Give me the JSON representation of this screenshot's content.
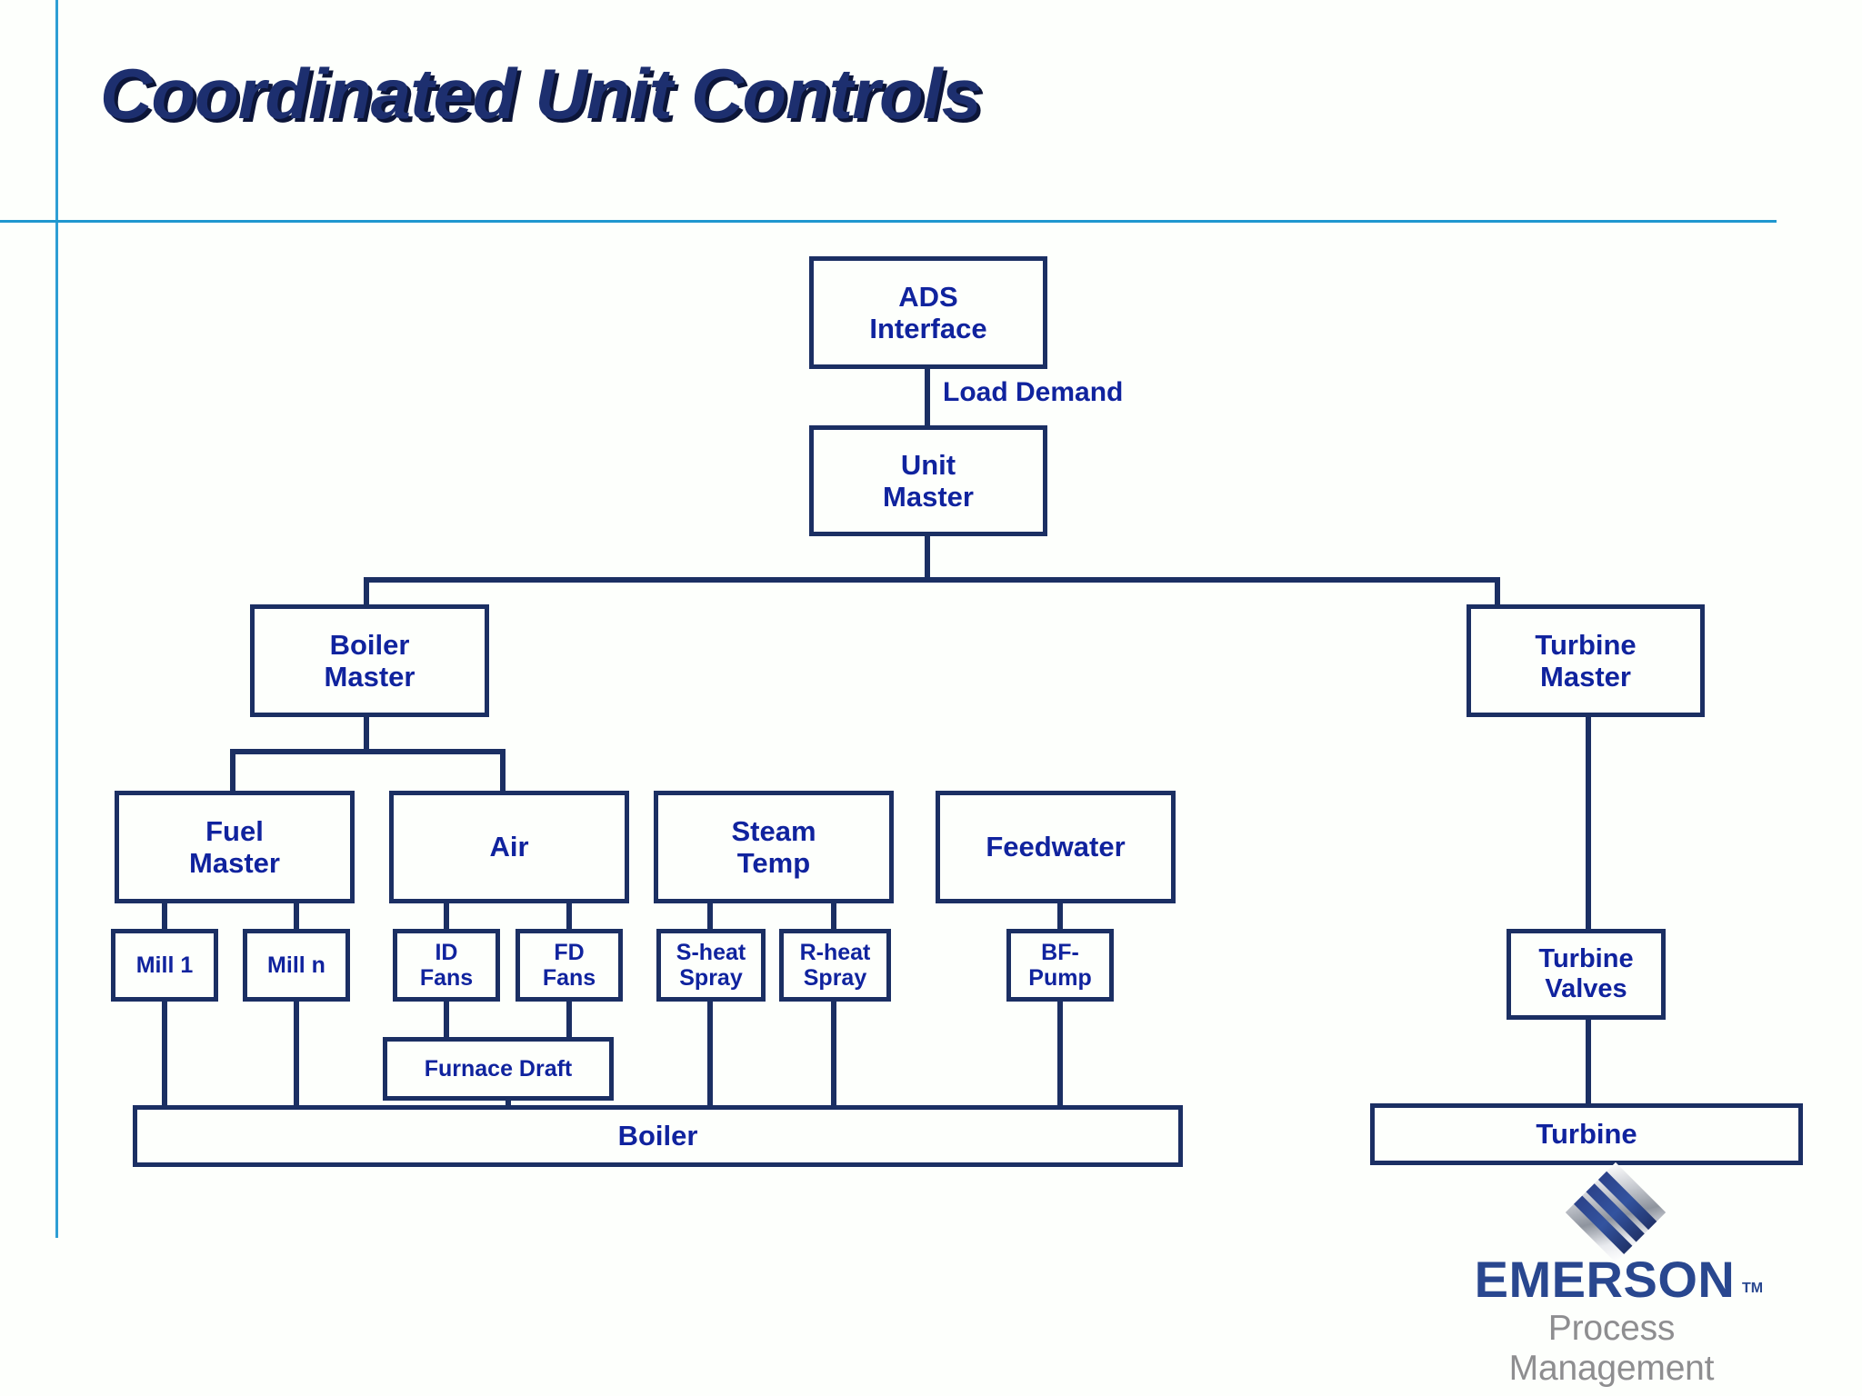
{
  "slide": {
    "title": "Coordinated Unit Controls",
    "background_color": "#fdfffc",
    "accent_rule_color": "#1f97cf",
    "node_border_color": "#1b2f63",
    "node_text_color": "#10239e"
  },
  "diagram": {
    "type": "block-hierarchy",
    "nodes": {
      "ads_interface": "ADS\nInterface",
      "unit_master": "Unit\nMaster",
      "boiler_master": "Boiler\nMaster",
      "turbine_master": "Turbine\nMaster",
      "fuel_master": "Fuel\nMaster",
      "air": "Air",
      "steam_temp": "Steam\nTemp",
      "feedwater": "Feedwater",
      "mill_1": "Mill 1",
      "mill_n": "Mill n",
      "id_fans": "ID\nFans",
      "fd_fans": "FD\nFans",
      "s_heat_spray": "S-heat\nSpray",
      "r_heat_spray": "R-heat\nSpray",
      "bf_pump": "BF-\nPump",
      "furnace_draft": "Furnace Draft",
      "boiler": "Boiler",
      "turbine_valves": "Turbine\nValves",
      "turbine": "Turbine"
    },
    "edge_labels": {
      "load_demand": "Load Demand"
    }
  },
  "logo": {
    "wordmark": "EMERSON",
    "trademark": "TM",
    "tagline": "Process Management",
    "wordmark_color": "#29478f",
    "tagline_color": "#8e8e90"
  }
}
